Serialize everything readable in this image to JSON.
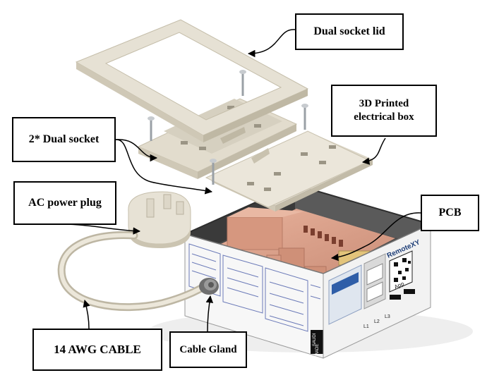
{
  "labels": {
    "lid": "Dual socket lid",
    "box": "3D Printed electrical box",
    "sockets": "2* Dual socket",
    "plug": "AC power plug",
    "pcb": "PCB",
    "cable": "14 AWG CABLE",
    "gland": "Cable Gland"
  },
  "box_print": {
    "brand": "RemoteXY",
    "app": "App",
    "saudi": "SAUDI",
    "made": "MADE",
    "l1": "L1",
    "l2": "L2",
    "l3": "L3"
  },
  "colors": {
    "plastic": "#e6e1d4",
    "plastic_shade": "#cfc8b6",
    "pcb": "#d99b84",
    "box_inner": "#4b4b4b",
    "screw": "#9aa0a6",
    "gland": "#6e6e6e"
  }
}
